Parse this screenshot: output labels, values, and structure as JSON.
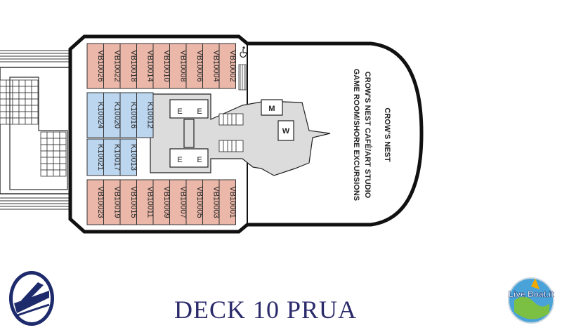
{
  "deck_title": "DECK  10  PRUA",
  "venue_label_1": "CROW'S NEST",
  "venue_label_2": "CROW'S NEST CAFÉ/ART STUDIO",
  "venue_label_3": "GAME ROOM/SHORE EXCURSIONS",
  "top_cabins": [
    "VB10026",
    "VB10022",
    "VB10018",
    "VB10014",
    "VB10010",
    "VB10008",
    "VB10006",
    "VB10004",
    "VB10002"
  ],
  "bottom_cabins": [
    "VB10023",
    "VB10019",
    "VB10015",
    "VB10011",
    "VB10009",
    "VB10007",
    "VB10005",
    "VB10003",
    "VB10001"
  ],
  "k_cabins_upper": [
    "K10024",
    "K10020",
    "K10016",
    "K10012"
  ],
  "k_cabins_lower": [
    "K10021",
    "K10017",
    "K10013"
  ],
  "elevator_letter": "E",
  "restroom_men": "M",
  "restroom_women": "W",
  "logo_right_text": "Live Boat.it",
  "colors": {
    "suite_cabin": "#eab7a8",
    "inside_cabin": "#bcd6ef",
    "public_area": "#dcdcdc",
    "hull": "#111111",
    "title": "#2b2a6b"
  }
}
